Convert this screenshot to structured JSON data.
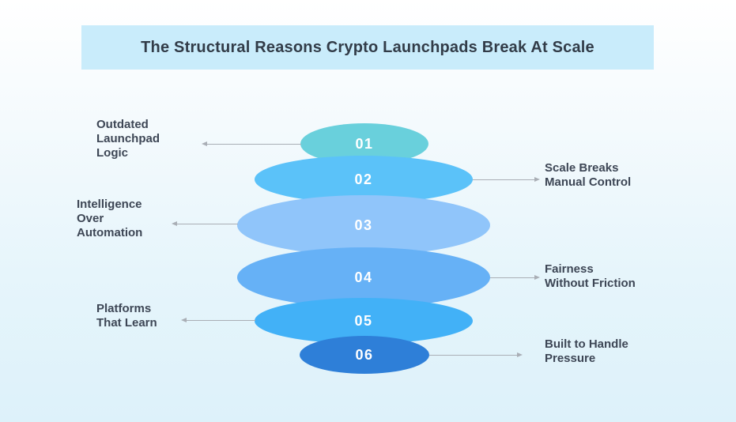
{
  "title": {
    "text": "The Structural Reasons Crypto Launchpads Break At Scale",
    "banner_color": "#c9ecfb",
    "text_color": "#323c48"
  },
  "diagram": {
    "type": "stacked-ellipse-funnel",
    "number_text_color": "#ffffff",
    "label_text_color": "#3d4655",
    "arrow_color": "#a9aeb5",
    "levels": [
      {
        "number": "01",
        "label": "Outdated\nLaunchpad\nLogic",
        "side": "left",
        "color": "#69d0dc"
      },
      {
        "number": "02",
        "label": "Scale Breaks\nManual Control",
        "side": "right",
        "color": "#5bc2f9"
      },
      {
        "number": "03",
        "label": "Intelligence\nOver\nAutomation",
        "side": "left",
        "color": "#90c5fa"
      },
      {
        "number": "04",
        "label": "Fairness\nWithout Friction",
        "side": "right",
        "color": "#66b1f6"
      },
      {
        "number": "05",
        "label": "Platforms\nThat Learn",
        "side": "left",
        "color": "#42b1f7"
      },
      {
        "number": "06",
        "label": "Built to Handle\nPressure",
        "side": "right",
        "color": "#2e7fd8"
      }
    ]
  }
}
